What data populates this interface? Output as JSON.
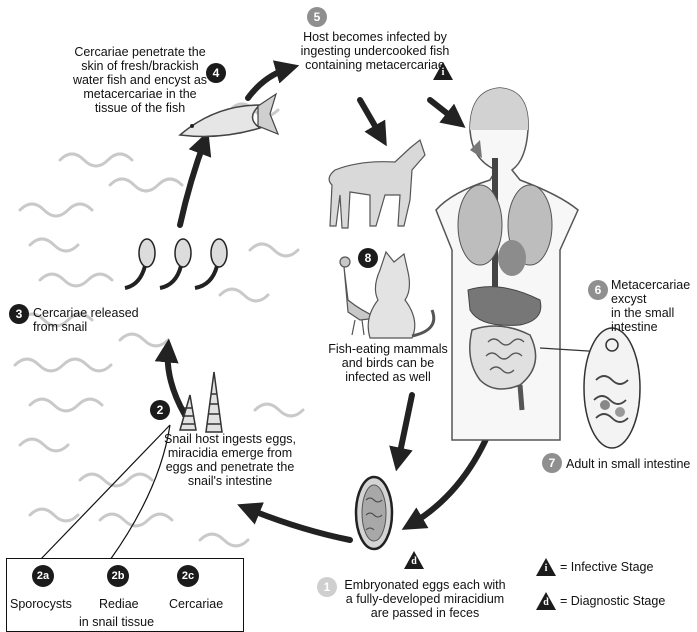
{
  "stages": {
    "s1": {
      "num": "1",
      "text": "Embryonated eggs each with\na fully-developed miracidium\nare passed in feces"
    },
    "s2": {
      "num": "2",
      "text": "Snail host ingests eggs,\nmiracidia emerge from\neggs and penetrate the\nsnail's intestine"
    },
    "s3": {
      "num": "3",
      "text": "Cercariae released\nfrom snail"
    },
    "s4": {
      "num": "4",
      "text": "Cercariae penetrate the\nskin of fresh/brackish\nwater fish and encyst as\nmetacercariae in the\ntissue of the fish"
    },
    "s5": {
      "num": "5",
      "text": "Host becomes infected by\ningesting undercooked fish\ncontaining metacercariae"
    },
    "s6": {
      "num": "6",
      "text": "Metacercariae excyst\nin the small intestine"
    },
    "s7": {
      "num": "7",
      "text": "Adult in small intestine"
    },
    "s8": {
      "num": "8",
      "text": "Fish-eating mammals\nand birds can be\ninfected as well"
    }
  },
  "snail_box": {
    "items": [
      {
        "num": "2a",
        "label": "Sporocysts"
      },
      {
        "num": "2b",
        "label": "Rediae"
      },
      {
        "num": "2c",
        "label": "Cercariae"
      }
    ],
    "caption": "in snail tissue"
  },
  "legend": {
    "infective": {
      "symbol": "i",
      "label": "= Infective Stage"
    },
    "diagnostic": {
      "symbol": "d",
      "label": "= Diagnostic Stage"
    }
  }
}
